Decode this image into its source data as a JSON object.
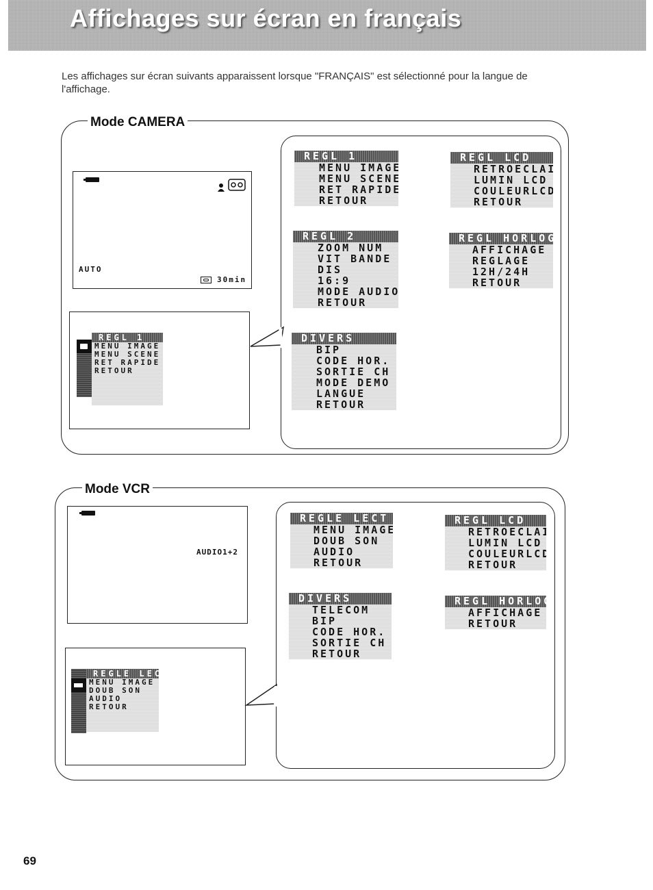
{
  "page": {
    "title": "Affichages sur écran en français",
    "intro": "Les affichages sur écran suivants apparaissent lorsque \"FRANÇAIS\" est sélectionné pour la langue de l'affichage.",
    "page_number": "69"
  },
  "camera": {
    "section_title": "Mode CAMERA",
    "screen": {
      "mode_text": "AUTO",
      "tape_remaining": "30min",
      "icons": [
        "battery-icon",
        "person-icon",
        "cassette-icon"
      ]
    },
    "preview_menu": {
      "title": "REGL 1",
      "items": [
        "MENU IMAGE",
        "MENU SCENE",
        "RET RAPIDE",
        "RETOUR"
      ]
    },
    "menus": [
      {
        "title": "REGL 1",
        "items": [
          "MENU IMAGE",
          "MENU SCENE",
          "RET RAPIDE",
          "RETOUR"
        ]
      },
      {
        "title": "REGL LCD",
        "items": [
          "RETROECLAI",
          "LUMIN LCD",
          "COULEURLCD",
          "RETOUR"
        ]
      },
      {
        "title": "REGL 2",
        "items": [
          "ZOOM NUM",
          "VIT BANDE",
          "DIS",
          "16:9",
          "MODE AUDIO",
          "RETOUR"
        ]
      },
      {
        "title": "REGL HORLOGE",
        "items": [
          "AFFICHAGE",
          "REGLAGE",
          "12H/24H",
          "RETOUR"
        ]
      },
      {
        "title": "DIVERS",
        "items": [
          "BIP",
          "CODE HOR.",
          "SORTIE CH",
          "MODE DEMO",
          "LANGUE",
          "RETOUR"
        ]
      }
    ]
  },
  "vcr": {
    "section_title": "Mode VCR",
    "screen": {
      "audio_text": "AUDIO1+2",
      "icons": [
        "battery-icon"
      ]
    },
    "preview_menu": {
      "title": "REGLE LECT",
      "items": [
        "MENU IMAGE",
        "DOUB SON",
        "AUDIO",
        "RETOUR"
      ]
    },
    "menus": [
      {
        "title": "REGLE LECT",
        "items": [
          "MENU IMAGE",
          "DOUB SON",
          "AUDIO",
          "RETOUR"
        ]
      },
      {
        "title": "REGL LCD",
        "items": [
          "RETROECLAI",
          "LUMIN LCD",
          "COULEURLCD",
          "RETOUR"
        ]
      },
      {
        "title": "DIVERS",
        "items": [
          "TELECOM",
          "BIP",
          "CODE HOR.",
          "SORTIE CH",
          "RETOUR"
        ]
      },
      {
        "title": "REGL HORLOGE",
        "items": [
          "AFFICHAGE",
          "RETOUR"
        ]
      }
    ]
  }
}
